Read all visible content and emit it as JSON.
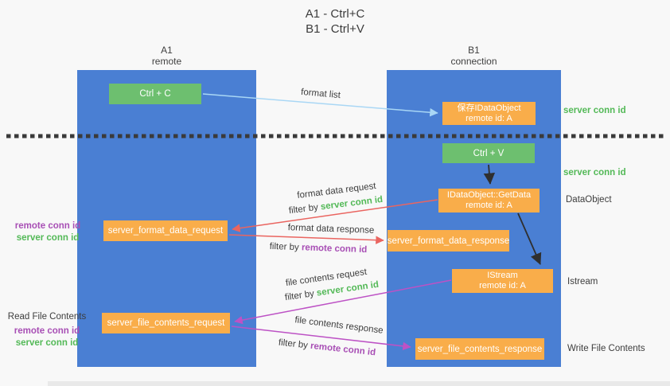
{
  "title": {
    "line1": "A1 - Ctrl+C",
    "line2": "B1 - Ctrl+V"
  },
  "lanes": {
    "left": {
      "name": "A1",
      "role": "remote"
    },
    "right": {
      "name": "B1",
      "role": "connection"
    }
  },
  "nodes": {
    "ctrl_c": "Ctrl + C",
    "ctrl_v": "Ctrl + V",
    "save_idataobject": {
      "title": "保存IDataObject",
      "subtitle": "remote id: A"
    },
    "idataobject_getdata": {
      "title": "IDataObject::GetData",
      "subtitle": "remote id: A"
    },
    "istream": {
      "title": "IStream",
      "subtitle": "remote id: A"
    },
    "server_format_data_request": "server_format_data_request",
    "server_format_data_response": "server_format_data_response",
    "server_file_contents_request": "server_file_contents_request",
    "server_file_contents_response": "server_file_contents_response"
  },
  "arrow_labels": {
    "format_list": "format list",
    "format_data_request": "format data request",
    "format_data_response": "format data response",
    "file_contents_request": "file contents request",
    "file_contents_response": "file contents response",
    "filter_by": "filter by",
    "server_conn_id": "server conn id",
    "remote_conn_id": "remote conn id"
  },
  "side_labels": {
    "server_conn_id_top": "server conn id",
    "server_conn_id_mid": "server conn id",
    "dataobject": "DataObject",
    "istream": "Istream",
    "write_file_contents": "Write File Contents",
    "read_file_contents": "Read File Contents",
    "remote_conn_id": "remote conn id",
    "server_conn_id": "server conn id"
  },
  "colors": {
    "lane_blue": "#4a7fd3",
    "box_green": "#6dbf6f",
    "box_orange": "#f9ad4a",
    "text_green": "#53b957",
    "text_purple": "#a84fb5",
    "arrow_red": "#ea6560",
    "arrow_magenta": "#bd52c5",
    "arrow_light_blue": "#a9d7f5",
    "arrow_black": "#2f2f2f",
    "background": "#f8f8f8"
  }
}
